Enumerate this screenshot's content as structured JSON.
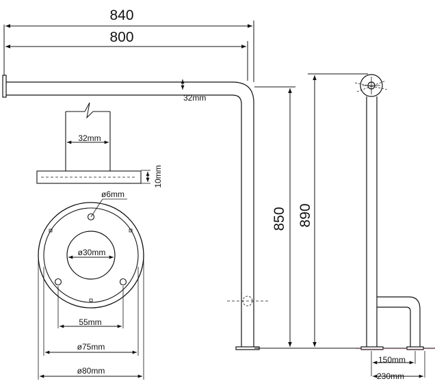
{
  "dimensions": {
    "overall_width": "840",
    "bar_width": "800",
    "tube_diameter": "32mm",
    "flange_tube": "32mm",
    "flange_thickness": "10mm",
    "screw_hole": "ø6mm",
    "center_hole": "ø30mm",
    "hole_spacing": "55mm",
    "flange_inner": "ø75mm",
    "flange_outer": "ø80mm",
    "height_lower": "850",
    "height_upper": "890",
    "foot_inner": "150mm",
    "foot_outer": "230mm"
  },
  "colors": {
    "line": "#111111",
    "watermark": "#e8a0a8"
  }
}
